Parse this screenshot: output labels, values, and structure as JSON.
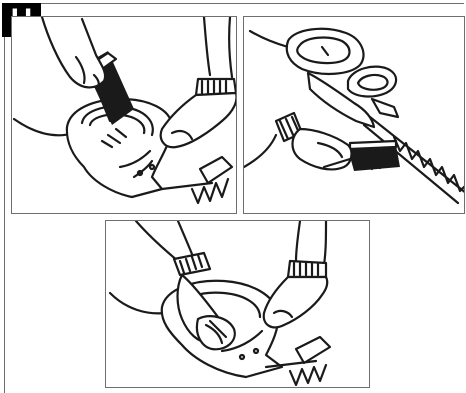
{
  "section_badge": {
    "letter": "H"
  },
  "illustrations": [
    {
      "subject": "brush-cleaning-housing"
    },
    {
      "subject": "brush-cleaning-blade"
    },
    {
      "subject": "cloth-wiping-housing"
    }
  ],
  "colors": {
    "ink": "#1a1a1a",
    "frame": "#6e6e6e",
    "background": "#ffffff",
    "badge": "#000000"
  }
}
